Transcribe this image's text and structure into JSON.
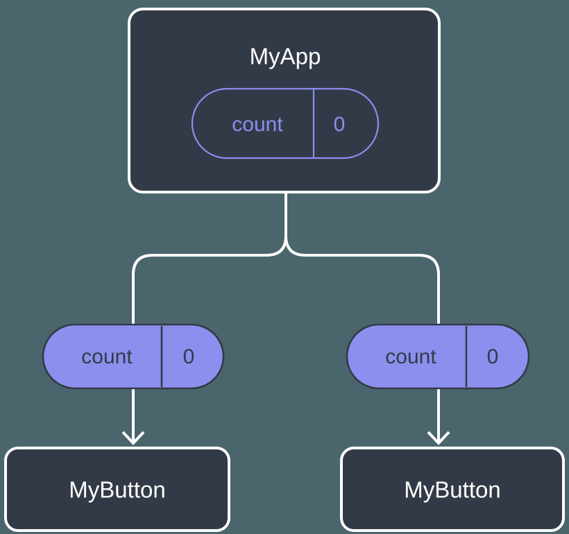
{
  "diagram": {
    "title": "React component state propagation tree",
    "background_color": "#4a656c",
    "component_fill": "#333a47",
    "component_stroke": "#ffffff",
    "state_accent": "#8b90ee",
    "connector_color": "#ffffff"
  },
  "nodes": {
    "root": {
      "label": "MyApp",
      "state": {
        "key": "count",
        "value": "0",
        "style": "outline"
      }
    },
    "left_child": {
      "label": "MyButton",
      "state": {
        "key": "count",
        "value": "0",
        "style": "filled"
      }
    },
    "right_child": {
      "label": "MyButton",
      "state": {
        "key": "count",
        "value": "0",
        "style": "filled"
      }
    }
  },
  "connectors": {
    "fork_label": "state-fork",
    "left_arrow_label": "props-down-left",
    "right_arrow_label": "props-down-right"
  }
}
